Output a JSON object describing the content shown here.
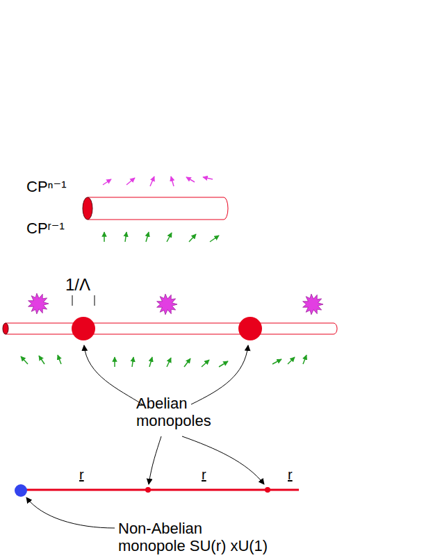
{
  "diagram": {
    "labels": [
      "CPⁿ⁻¹",
      "CPʳ⁻¹",
      "1/Λ",
      "Abelian monopoles",
      "r",
      "r",
      "r",
      "Non-Abelian monopole SU(r) xU(1)"
    ]
  }
}
